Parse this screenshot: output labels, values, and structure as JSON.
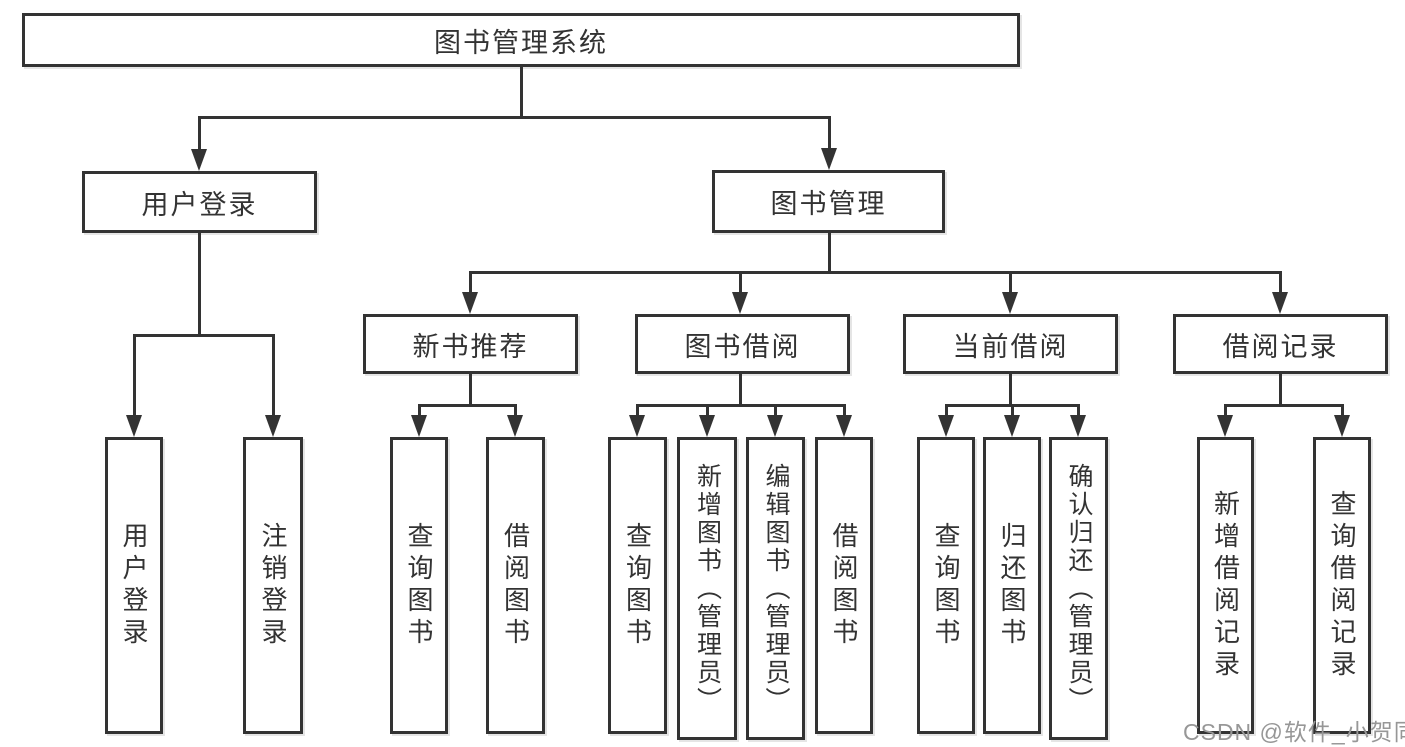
{
  "diagram": {
    "root": {
      "label": "图书管理系统"
    },
    "level2": [
      {
        "id": "user-login",
        "label": "用户登录"
      },
      {
        "id": "book-management",
        "label": "图书管理"
      }
    ],
    "level3": [
      {
        "id": "new-book-recommend",
        "label": "新书推荐",
        "parent": "book-management"
      },
      {
        "id": "book-borrow",
        "label": "图书借阅",
        "parent": "book-management"
      },
      {
        "id": "current-borrow",
        "label": "当前借阅",
        "parent": "book-management"
      },
      {
        "id": "borrow-records",
        "label": "借阅记录",
        "parent": "book-management"
      }
    ],
    "leaves": {
      "user_login": [
        {
          "label": "用户登录"
        },
        {
          "label": "注销登录"
        }
      ],
      "new_book": [
        {
          "label": "查询图书"
        },
        {
          "label": "借阅图书"
        }
      ],
      "book_borrow": [
        {
          "label": "查询图书"
        },
        {
          "label": "新增图书（管理员）"
        },
        {
          "label": "编辑图书（管理员）"
        },
        {
          "label": "借阅图书"
        }
      ],
      "current_borrow": [
        {
          "label": "查询图书"
        },
        {
          "label": "归还图书"
        },
        {
          "label": "确认归还（管理员）"
        }
      ],
      "borrow_records": [
        {
          "label": "新增借阅记录"
        },
        {
          "label": "查询借阅记录"
        }
      ]
    }
  },
  "watermark": {
    "text": "CSDN @软件_小贺同学"
  },
  "colors": {
    "line": "#333333",
    "box_border": "#333333",
    "text": "#333333",
    "watermark": "#979797",
    "background": "#ffffff"
  }
}
